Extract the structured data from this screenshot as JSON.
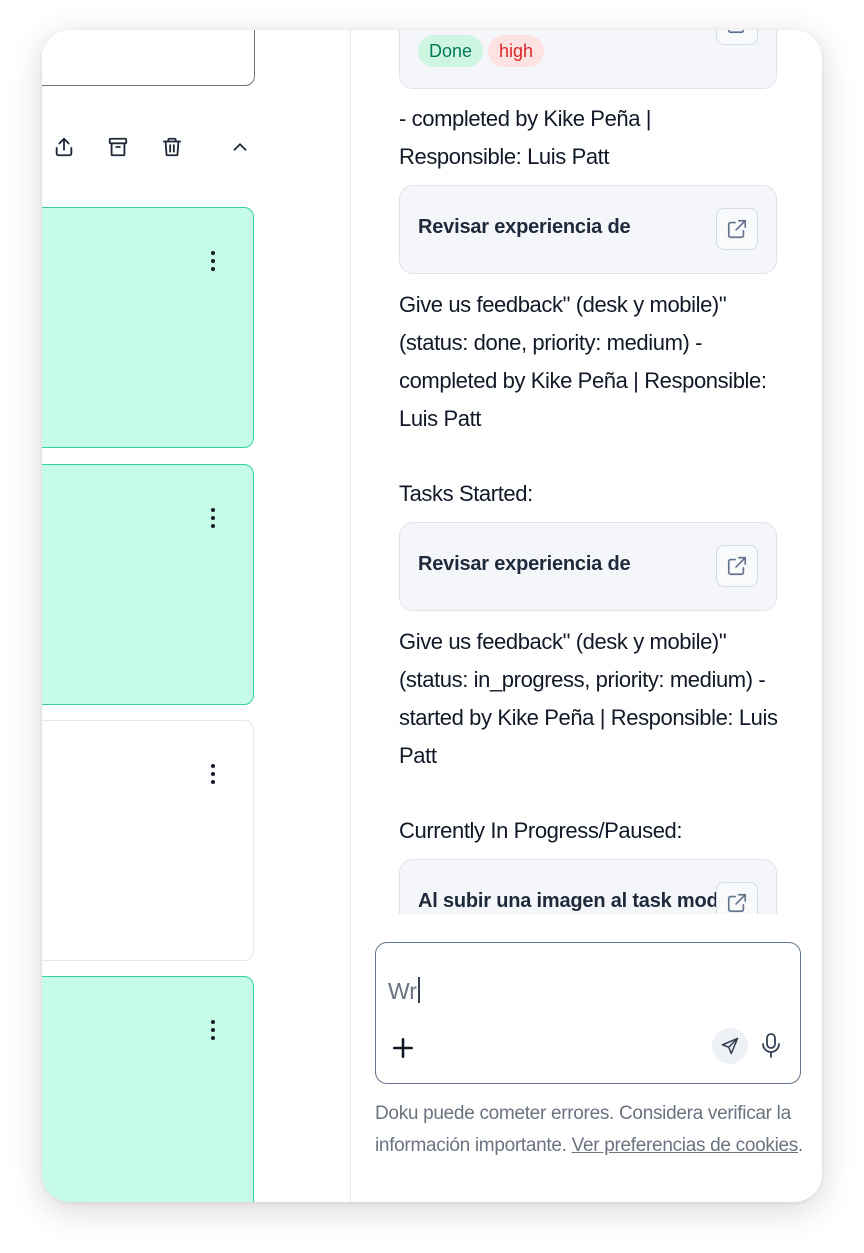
{
  "left_panel": {
    "toolbar": {
      "share_icon": "share-icon",
      "archive_icon": "archive-icon",
      "trash_icon": "trash-icon",
      "collapse_icon": "chevron-up-icon"
    },
    "cards": [
      {
        "state": "completed",
        "color": "#c6fbe8"
      },
      {
        "state": "completed",
        "color": "#c6fbe8"
      },
      {
        "state": "open",
        "color": "#ffffff"
      },
      {
        "state": "completed",
        "color": "#c6fbe8"
      }
    ]
  },
  "chat": {
    "first_card": {
      "tag_status": "Done",
      "tag_priority": "high"
    },
    "text_1": "- completed by Kike Peña | Responsible: Luis Patt",
    "card_2": {
      "title": "Revisar experiencia de"
    },
    "text_2": "Give us feedback\" (desk y mobile)\" (status: done, priority: medium) - completed by Kike Peña | Responsible: Luis Patt",
    "tasks_started_label": "Tasks Started:",
    "card_3": {
      "title": "Revisar experiencia de"
    },
    "text_3": "Give us feedback\" (desk y mobile)\" (status: in_progress, priority: medium) - started by Kike Peña | Responsible: Luis Patt",
    "in_progress_label": "Currently In Progress/Paused:",
    "card_4": {
      "title": "Al subir una imagen al task mod..."
    },
    "input": {
      "value": "Wr"
    },
    "disclaimer": {
      "text": "Doku puede cometer errores. Considera verificar la información importante.",
      "link": "Ver preferencias de cookies",
      "end": "."
    }
  },
  "colors": {
    "done_bg": "#cdf5e1",
    "done_fg": "#047857",
    "high_bg": "#fde2e2",
    "high_fg": "#dc2626",
    "card_completed": "#c6fbe8",
    "card_border": "#34d399"
  }
}
